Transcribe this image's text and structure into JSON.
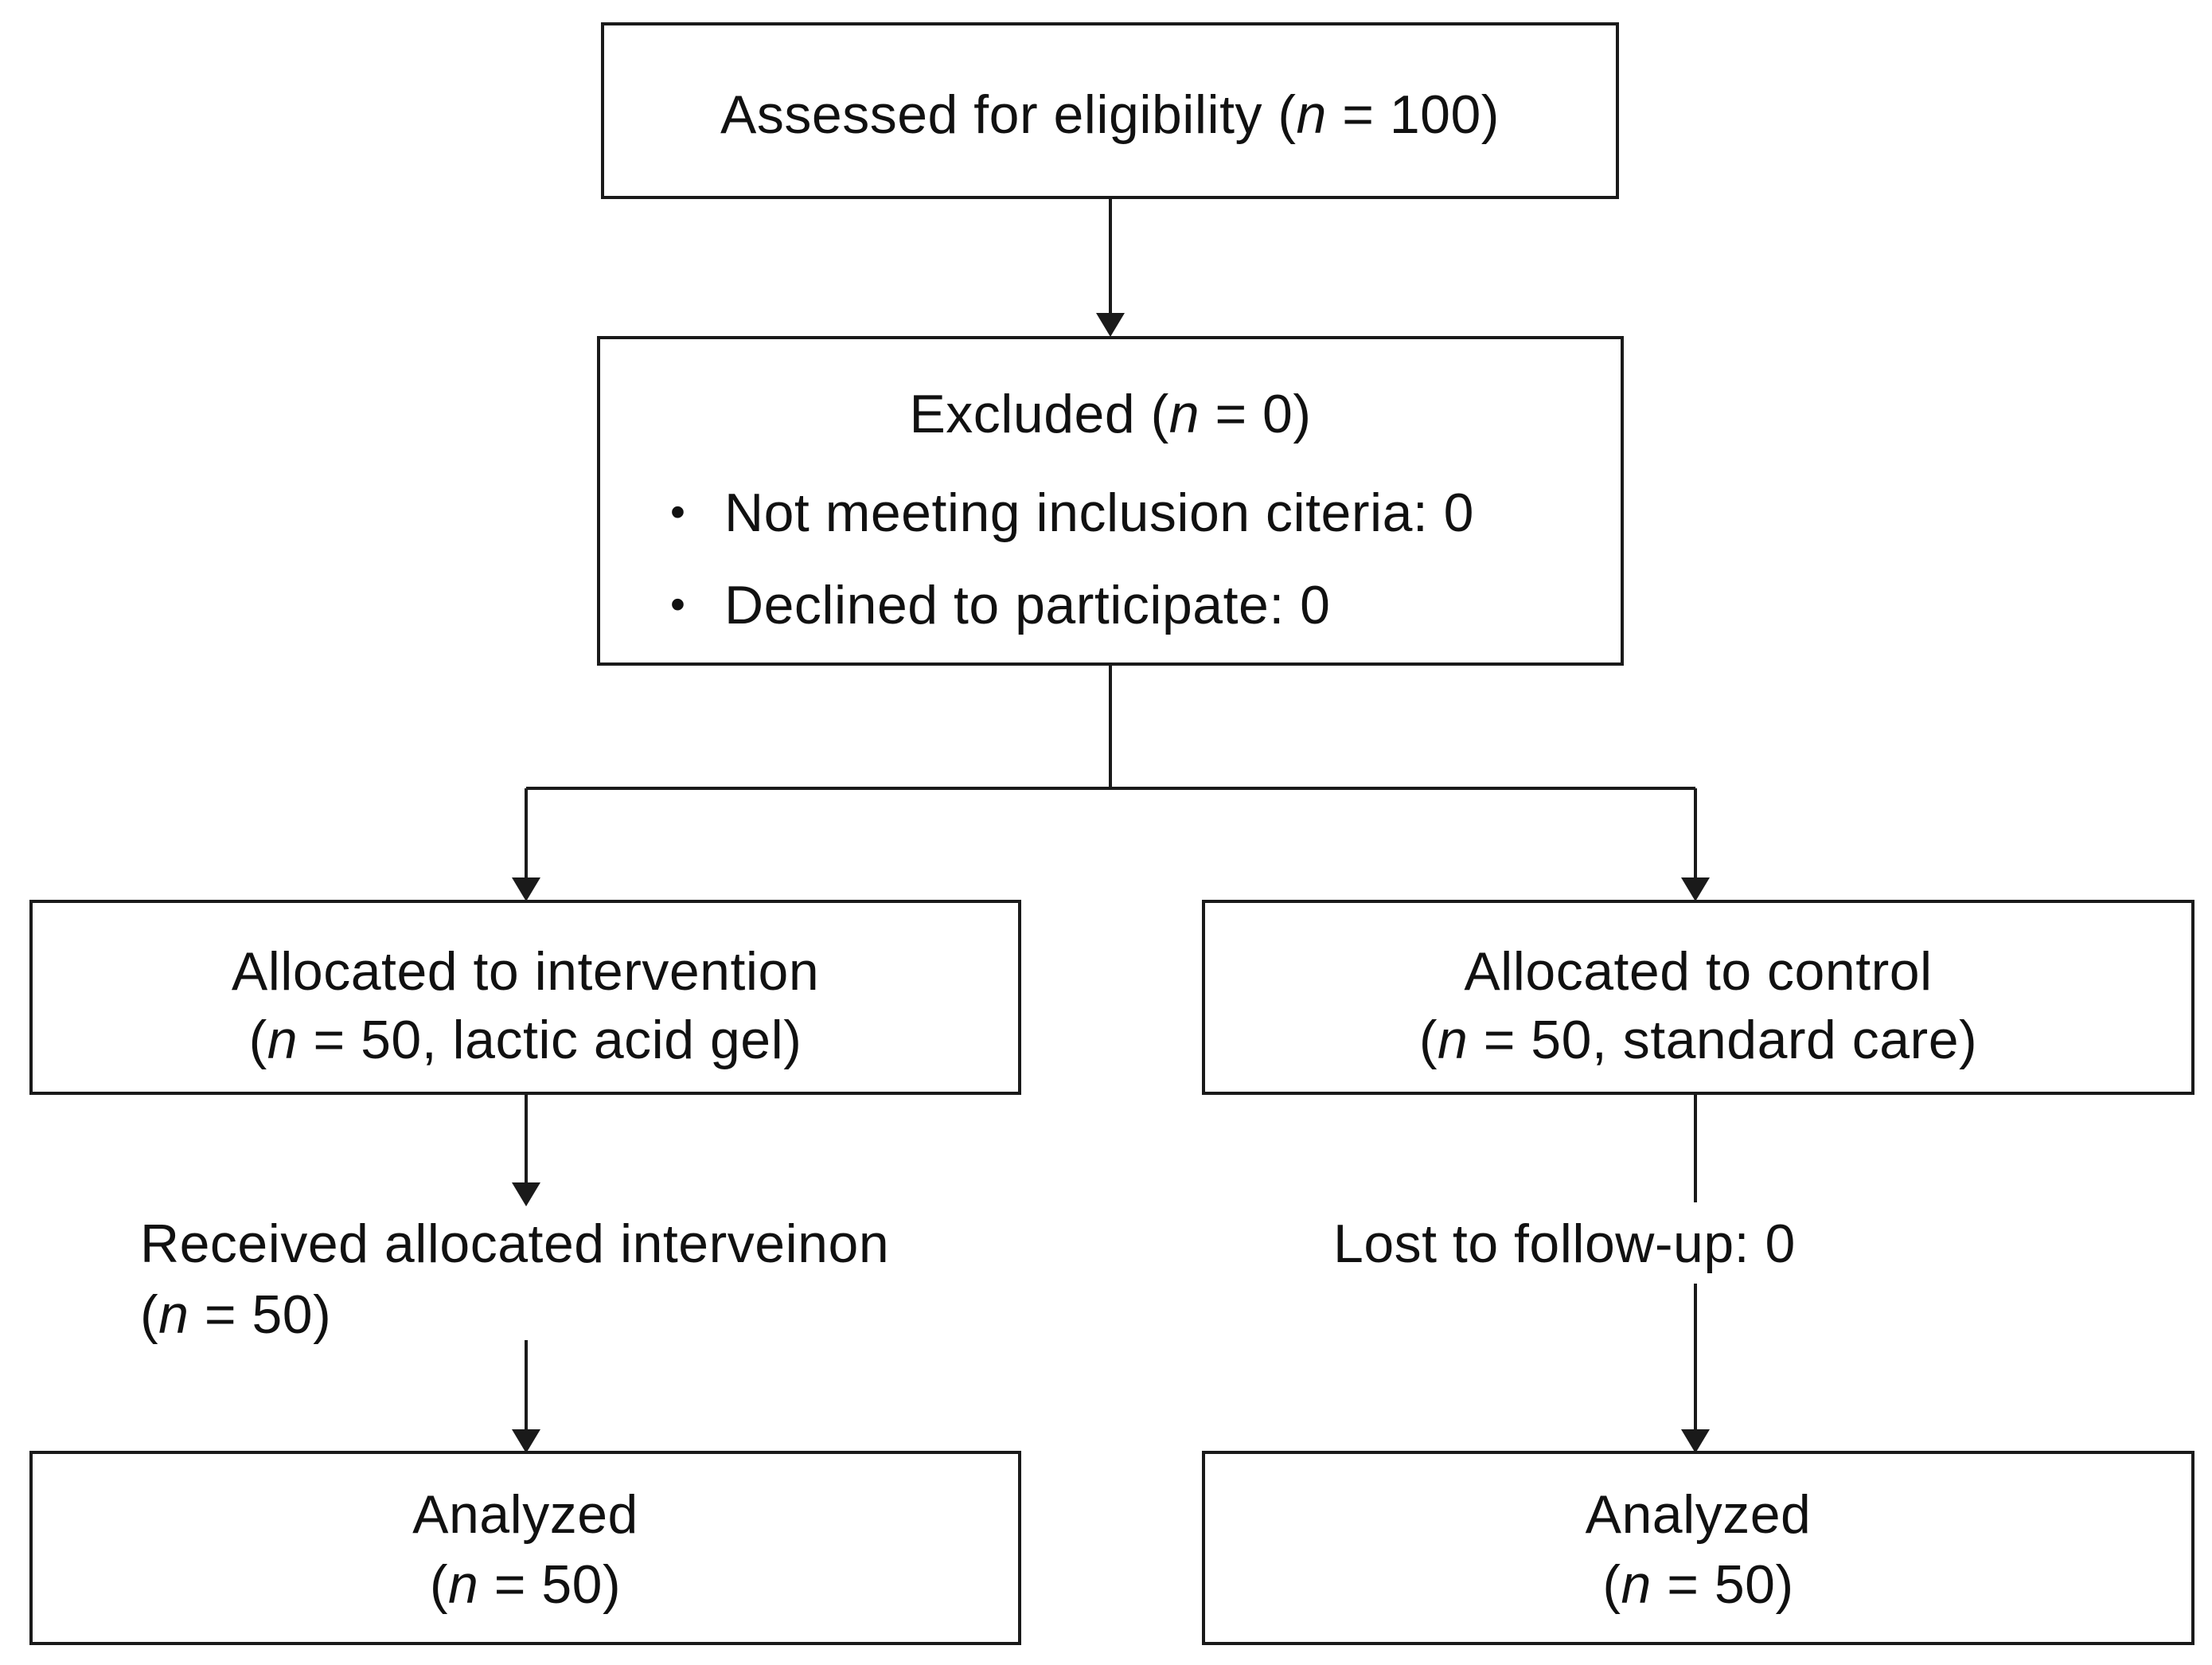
{
  "assessed": {
    "label": "Assessed for eligibility (",
    "n_var": "n",
    "n_rest": " = 100)"
  },
  "excluded": {
    "title_pre": "Excluded (",
    "n_var": "n",
    "title_post": " = 0)",
    "bullets": [
      "Not meeting inclusion citeria: 0",
      "Declined to participate: 0"
    ],
    "bullet_glyph": "•"
  },
  "intervention": {
    "line1": "Allocated to intervention",
    "line2_pre": "(",
    "n_var": "n",
    "line2_post": " = 50, lactic acid gel)"
  },
  "control": {
    "line1": "Allocated to control",
    "line2_pre": "(",
    "n_var": "n",
    "line2_post": " = 50, standard care)"
  },
  "received": {
    "line1": "Received allocated interveinon",
    "line2_pre": "(",
    "n_var": "n",
    "line2_post": " = 50)"
  },
  "lost": {
    "text": "Lost to follow-up: 0"
  },
  "analyzed_left": {
    "line1": "Analyzed",
    "line2_pre": "(",
    "n_var": "n",
    "line2_post": " = 50)"
  },
  "analyzed_right": {
    "line1": "Analyzed",
    "line2_pre": "(",
    "n_var": "n",
    "line2_post": " = 50)"
  },
  "colors": {
    "stroke": "#1a1a1a",
    "text": "#111111",
    "background": "#ffffff"
  }
}
